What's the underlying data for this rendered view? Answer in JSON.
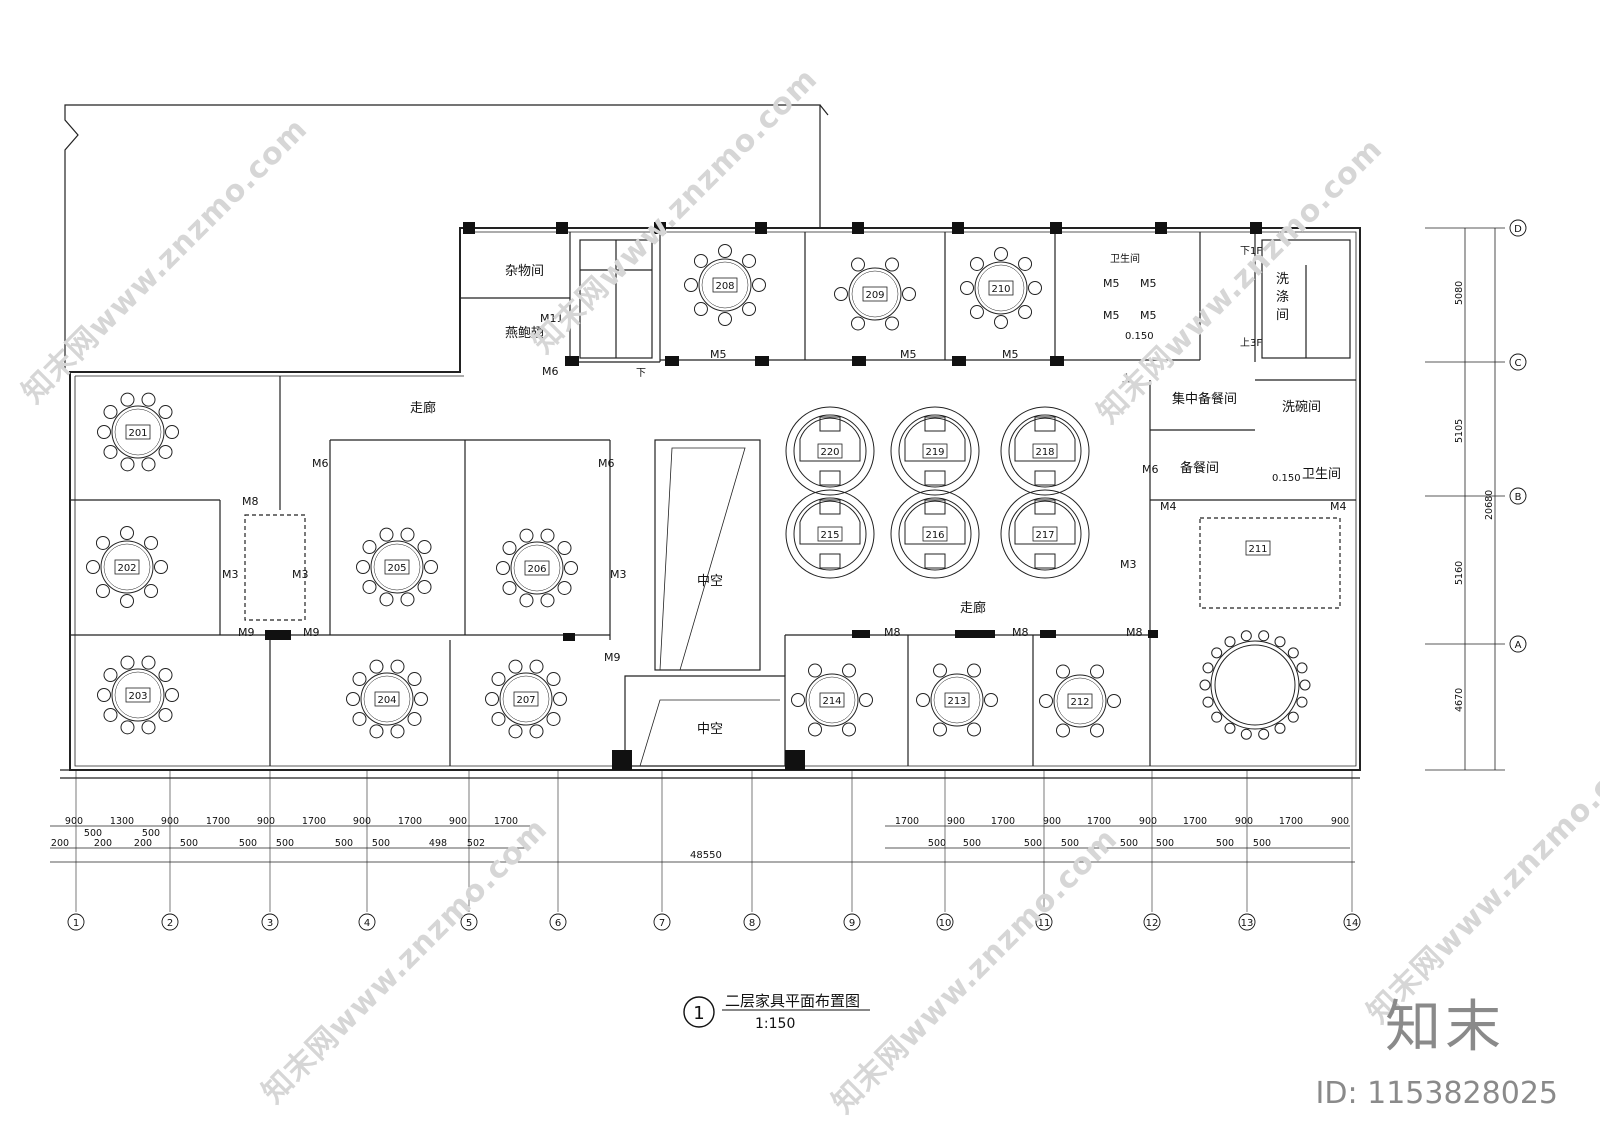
{
  "drawing": {
    "title": "二层家具平面布置图",
    "scale": "1:150",
    "number": "1"
  },
  "rooms": [
    {
      "id": "201"
    },
    {
      "id": "202"
    },
    {
      "id": "203"
    },
    {
      "id": "204"
    },
    {
      "id": "205"
    },
    {
      "id": "206"
    },
    {
      "id": "207"
    },
    {
      "id": "208"
    },
    {
      "id": "209"
    },
    {
      "id": "210"
    },
    {
      "id": "211"
    },
    {
      "id": "212"
    },
    {
      "id": "213"
    },
    {
      "id": "214"
    },
    {
      "id": "215"
    },
    {
      "id": "216"
    },
    {
      "id": "217"
    },
    {
      "id": "218"
    },
    {
      "id": "219"
    },
    {
      "id": "220"
    }
  ],
  "labels": {
    "storage": "杂物间",
    "bird_nest": "燕鲍翅",
    "corridor": "走廊",
    "void": "中空",
    "restroom": "卫生间",
    "central_prep": "集中备餐间",
    "dish_wash": "洗碗间",
    "prep": "备餐间",
    "wash_1": "洗",
    "wash_2": "涤",
    "wash_3": "间",
    "down_1f": "下1F",
    "up_3f": "上3F",
    "down": "下",
    "up": "上",
    "elev": "0.150"
  },
  "doors": [
    "M11",
    "M6",
    "M5",
    "M8",
    "M3",
    "M9",
    "M4"
  ],
  "dimensions": {
    "total": "48550",
    "left_row1": [
      "900",
      "1300",
      "900",
      "1700",
      "900",
      "1700",
      "900",
      "1700",
      "900",
      "1700"
    ],
    "left_row2": [
      "500",
      "500"
    ],
    "left_row3": [
      "200",
      "200",
      "200",
      "500",
      "500",
      "500",
      "500",
      "500",
      "498",
      "502"
    ],
    "right_row1": [
      "1700",
      "900",
      "1700",
      "900",
      "1700",
      "900",
      "1700",
      "900",
      "1700",
      "900"
    ],
    "right_row3": [
      "500",
      "500",
      "500",
      "500",
      "500",
      "500",
      "500",
      "500"
    ],
    "vertical": [
      "5080",
      "5105",
      "5160",
      "4670"
    ],
    "vertical_total": "20680"
  },
  "axes": {
    "columns": [
      "1",
      "2",
      "3",
      "4",
      "5",
      "6",
      "7",
      "8",
      "9",
      "10",
      "11",
      "12",
      "13",
      "14"
    ],
    "rows": [
      "D",
      "C",
      "B",
      "A"
    ]
  },
  "watermark": {
    "text": "知末网www.znzmo.com",
    "logo": "知末",
    "id": "ID: 1153828025"
  }
}
